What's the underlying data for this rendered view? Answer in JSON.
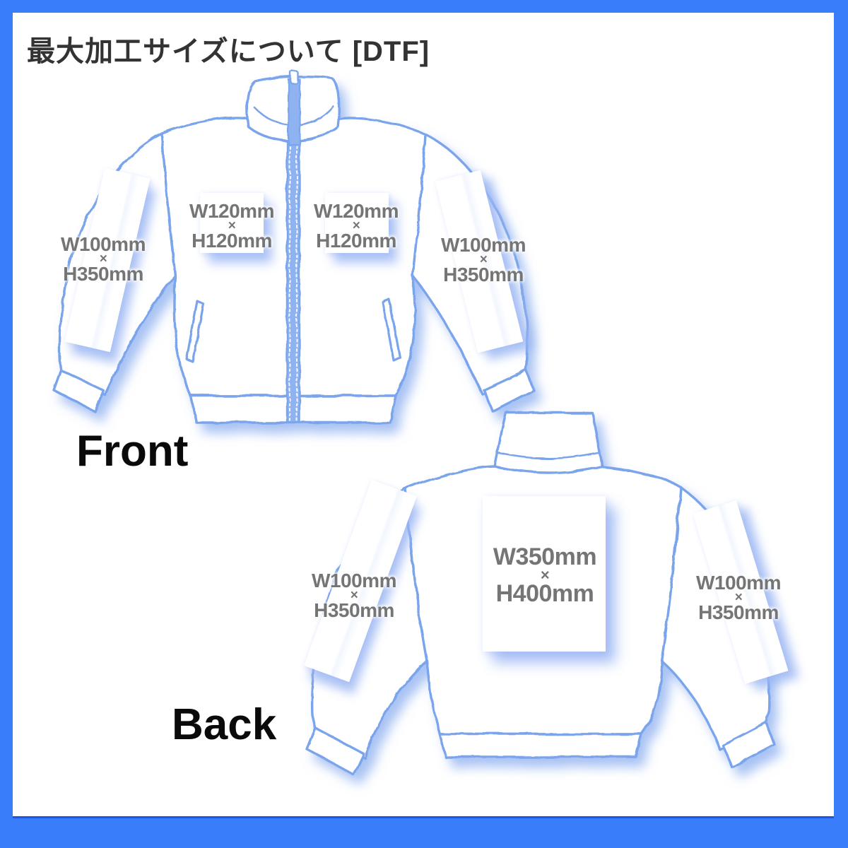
{
  "title": "最大加工サイズについて [DTF]",
  "front": {
    "label": "Front",
    "areas": {
      "left_sleeve": {
        "w": "W100mm",
        "sep": "×",
        "h": "H350mm"
      },
      "left_chest": {
        "w": "W120mm",
        "sep": "×",
        "h": "H120mm"
      },
      "right_chest": {
        "w": "W120mm",
        "sep": "×",
        "h": "H120mm"
      },
      "right_sleeve": {
        "w": "W100mm",
        "sep": "×",
        "h": "H350mm"
      }
    }
  },
  "back": {
    "label": "Back",
    "areas": {
      "left_sleeve": {
        "w": "W100mm",
        "sep": "×",
        "h": "H350mm"
      },
      "center": {
        "w": "W350mm",
        "sep": "×",
        "h": "H400mm"
      },
      "right_sleeve": {
        "w": "W100mm",
        "sep": "×",
        "h": "H350mm"
      }
    }
  },
  "colors": {
    "frame_blue": "#3A7DFB",
    "frame_edge_dark": "#1D55E6",
    "panel_white": "#FFFFFF",
    "sketch_blue": "#7AA4EB",
    "sketch_blue_light": "#A8C4F2",
    "zipper_fill": "#8FB3F1",
    "shadow_periwinkle": "#9FBBF2",
    "label_gray": "#757575",
    "title_dark": "#333333",
    "section_label_black": "#0A0A0A"
  }
}
